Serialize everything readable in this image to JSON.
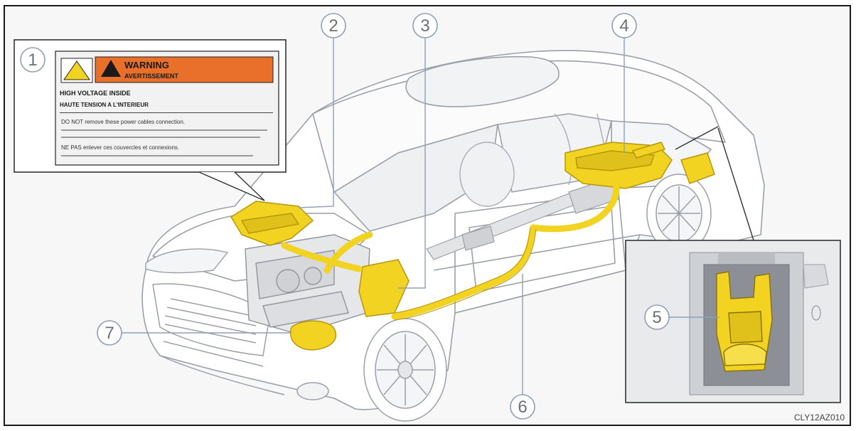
{
  "warning_label": {
    "line_warning": "WARNING",
    "line_avertissement": "AVERTISSEMENT",
    "line_high_voltage": "HIGH VOLTAGE INSIDE",
    "line_haute_tension": "HAUTE TENSION A L'INTERIEUR",
    "line_do_not": "DO NOT remove these power cables connection.",
    "line_ne_pas": "NE PAS enlever ces couvercles et connexions."
  },
  "callouts": {
    "c1": "1",
    "c2": "2",
    "c3": "3",
    "c4": "4",
    "c5": "5",
    "c6": "6",
    "c7": "7"
  },
  "image_code": "CLY12AZ010",
  "colors": {
    "highlight": "#f2d321",
    "highlight_stroke": "#b8960e",
    "outline": "#9aa0a8",
    "frame": "#1a1a1a",
    "label_orange": "#e8702a",
    "inset_bg": "#e9eaec"
  }
}
